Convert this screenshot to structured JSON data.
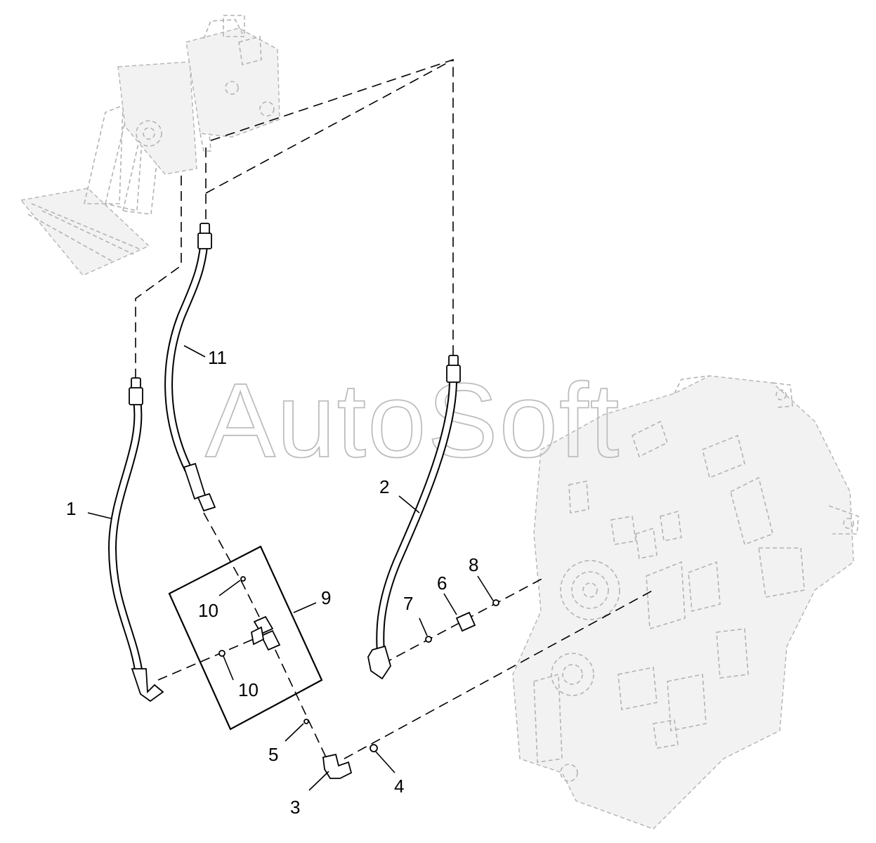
{
  "watermark": {
    "text": "AutoSoft",
    "color": "#bdbdbd"
  },
  "callouts": [
    "1",
    "2",
    "3",
    "4",
    "5",
    "6",
    "7",
    "8",
    "9",
    "10",
    "10",
    "11"
  ],
  "colors": {
    "line": "#000000",
    "ghost": "#b3b3b3",
    "background": "#ffffff"
  }
}
